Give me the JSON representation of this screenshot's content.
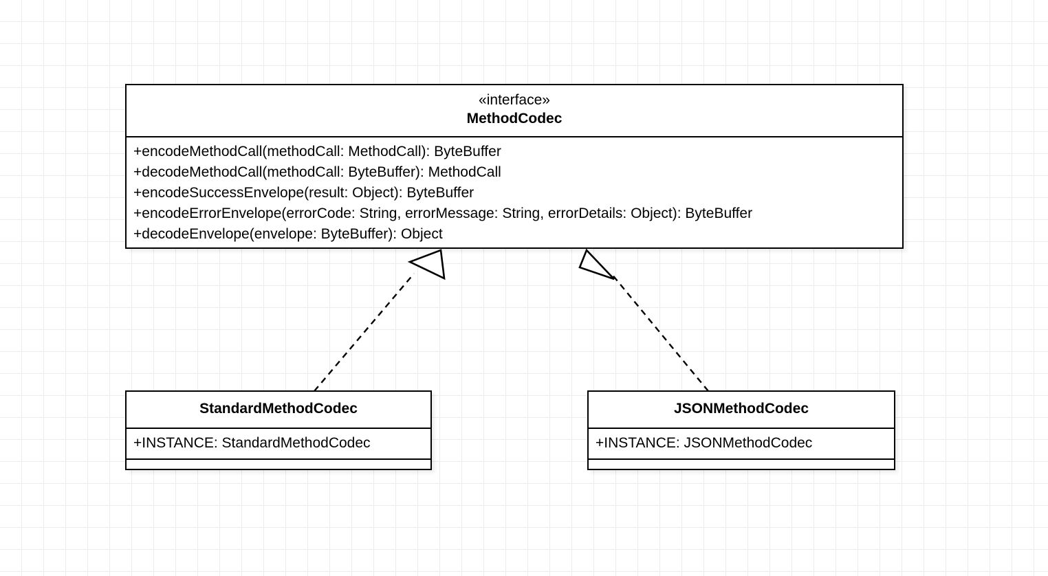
{
  "diagram": {
    "title": "MethodCodec UML class diagram",
    "background_color": "#ffffff",
    "grid_color": "#ececec",
    "line_color": "#000000"
  },
  "interface_class": {
    "stereotype": "«interface»",
    "name": "MethodCodec",
    "methods": [
      "+encodeMethodCall(methodCall: MethodCall): ByteBuffer",
      "+decodeMethodCall(methodCall: ByteBuffer): MethodCall",
      "+encodeSuccessEnvelope(result: Object): ByteBuffer",
      "+encodeErrorEnvelope(errorCode: String, errorMessage: String, errorDetails: Object): ByteBuffer",
      "+decodeEnvelope(envelope: ByteBuffer): Object"
    ]
  },
  "implementing_classes": [
    {
      "name": "StandardMethodCodec",
      "attributes": [
        "+INSTANCE: StandardMethodCodec"
      ],
      "methods": []
    },
    {
      "name": "JSONMethodCodec",
      "attributes": [
        "+INSTANCE: JSONMethodCodec"
      ],
      "methods": []
    }
  ],
  "relationships": [
    {
      "type": "realization",
      "label": "",
      "from": "StandardMethodCodec",
      "to": "MethodCodec",
      "line_style": "dashed",
      "arrowhead": "hollow-triangle"
    },
    {
      "type": "realization",
      "label": "",
      "from": "JSONMethodCodec",
      "to": "MethodCodec",
      "line_style": "dashed",
      "arrowhead": "hollow-triangle"
    }
  ]
}
